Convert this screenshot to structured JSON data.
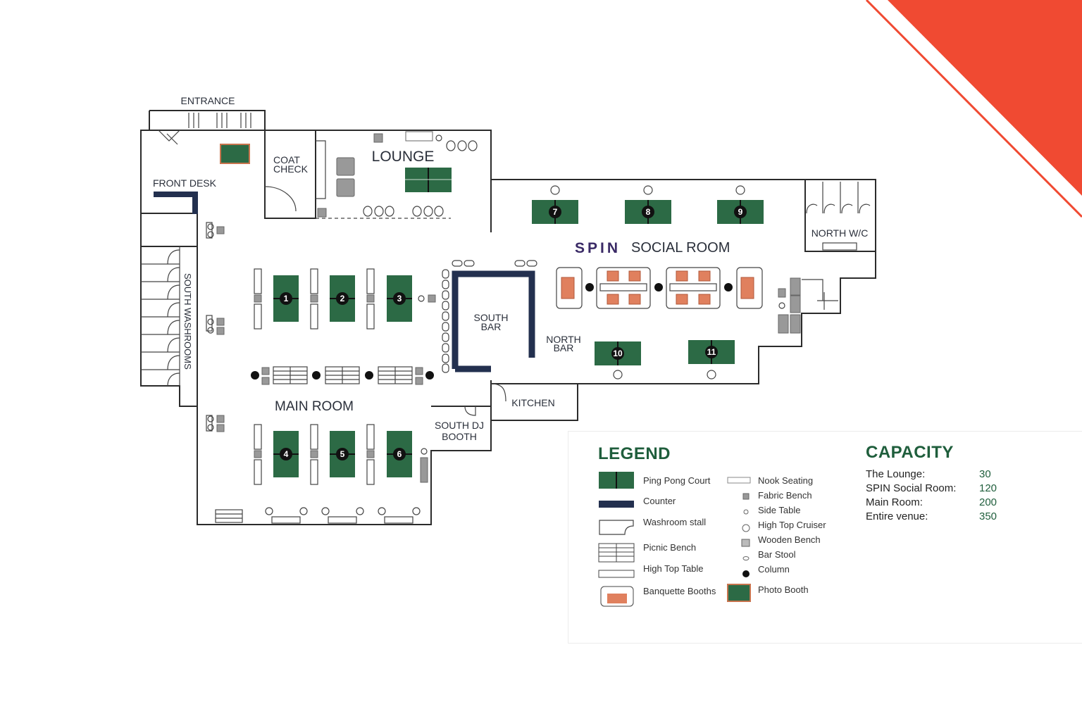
{
  "labels": {
    "entrance": "ENTRANCE",
    "front_desk": "FRONT DESK",
    "coat_check_1": "COAT",
    "coat_check_2": "CHECK",
    "lounge": "LOUNGE",
    "spin": "SPIN",
    "social_room": "SOCIAL ROOM",
    "north_wc": "NORTH W/C",
    "south_washrooms": "SOUTH WASHROOMS",
    "south_bar_1": "SOUTH",
    "south_bar_2": "BAR",
    "north_bar_1": "NORTH",
    "north_bar_2": "BAR",
    "main_room": "MAIN ROOM",
    "kitchen": "KITCHEN",
    "south_dj_1": "SOUTH DJ",
    "south_dj_2": "BOOTH"
  },
  "courts": [
    "1",
    "2",
    "3",
    "4",
    "5",
    "6",
    "7",
    "8",
    "9",
    "10",
    "11"
  ],
  "legend": {
    "title": "LEGEND",
    "left": [
      "Ping Pong Court",
      "Counter",
      "Washroom stall",
      "Picnic Bench",
      "High Top Table",
      "Banquette Booths"
    ],
    "right": [
      "Nook Seating",
      "Fabric Bench",
      "Side Table",
      "High Top Cruiser",
      "Wooden Bench",
      "Bar Stool",
      "Column",
      "Photo Booth"
    ]
  },
  "capacity": {
    "title": "CAPACITY",
    "rows": [
      {
        "name": "The Lounge:",
        "value": "30"
      },
      {
        "name": "SPIN Social Room:",
        "value": "120"
      },
      {
        "name": "Main Room:",
        "value": "200"
      },
      {
        "name": "Entire venue:",
        "value": "350"
      }
    ]
  },
  "colors": {
    "court": "#2c6a45",
    "counter": "#23304f",
    "banquette": "#e0805e",
    "accent": "#f04a32",
    "spin": "#3a2a66",
    "heading_green": "#1f5e3c"
  }
}
